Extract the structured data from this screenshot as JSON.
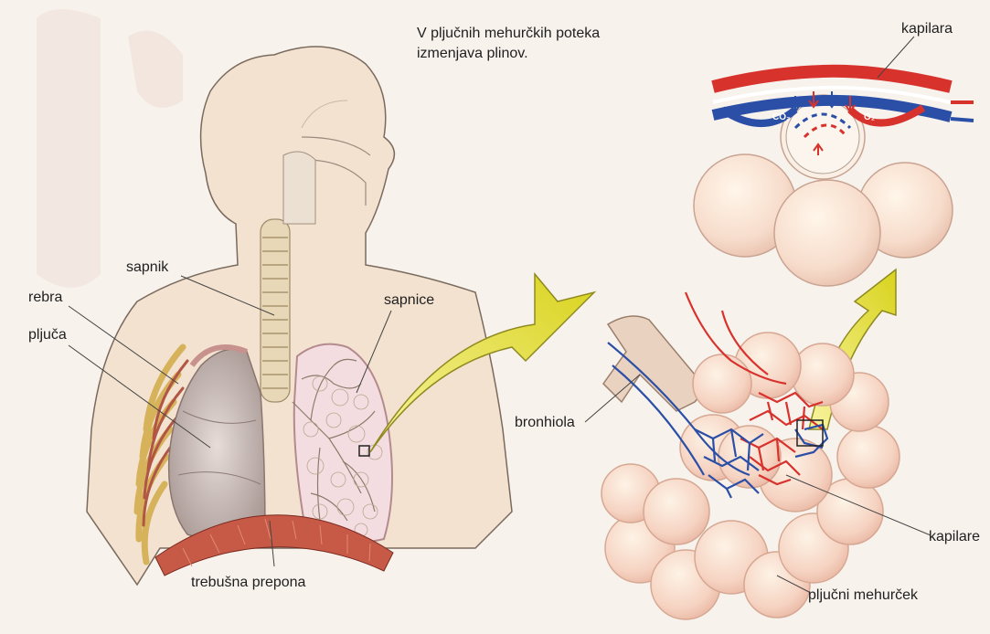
{
  "caption": {
    "line1": "V pljučnih mehurčkih poteka",
    "line2": "izmenjava plinov."
  },
  "labels": {
    "kapilara": "kapilara",
    "sapnik": "sapnik",
    "sapnice": "sapnice",
    "rebra": "rebra",
    "pljuca": "pljuča",
    "bronhiola": "bronhiola",
    "kapilare": "kapilare",
    "trebusna_prepona": "trebušna prepona",
    "pljucni_mehurcek": "pljučni mehurček"
  },
  "gases": {
    "co2": "CO₂",
    "o2": "O₂"
  },
  "colors": {
    "skin": "#f2ddc8",
    "lung_tissue": "#d9c8c4",
    "diaphragm": "#c65a46",
    "artery": "#d8322d",
    "vein": "#2b4fa6",
    "alveoli": "#f6cfc1",
    "arrow_yellow": "#e6e23a"
  }
}
